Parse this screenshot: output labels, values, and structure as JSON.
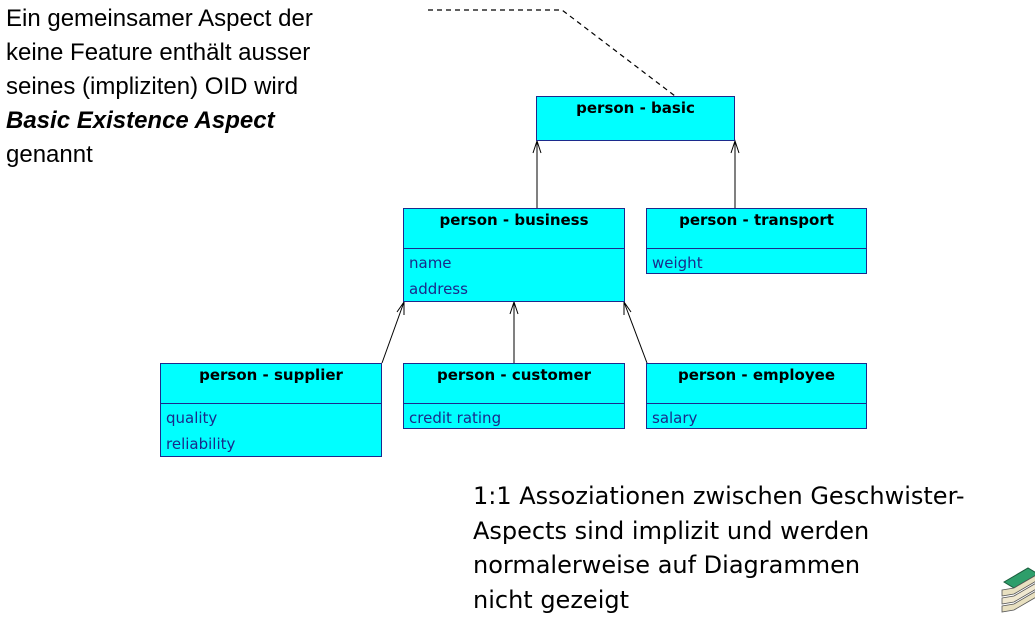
{
  "note_top": {
    "line1": "Ein gemeinsamer Aspect der",
    "line2": "keine Feature enthält ausser",
    "line3": "seines (impliziten) OID wird",
    "line4": "Basic Existence Aspect",
    "line5": "genannt"
  },
  "note_bottom": {
    "line1": "1:1 Assoziationen zwischen Geschwister-",
    "line2": "Aspects sind implizit und werden",
    "line3": "normalerweise auf Diagrammen",
    "line4": "nicht gezeigt"
  },
  "classes": {
    "basic": {
      "name": "person - basic"
    },
    "business": {
      "name": "person - business",
      "attrs": [
        "name",
        "address"
      ]
    },
    "transport": {
      "name": "person - transport",
      "attrs": [
        "weight"
      ]
    },
    "supplier": {
      "name": "person - supplier",
      "attrs": [
        "quality",
        "reliability"
      ]
    },
    "customer": {
      "name": "person - customer",
      "attrs": [
        "credit rating"
      ]
    },
    "employee": {
      "name": "person - employee",
      "attrs": [
        "salary"
      ]
    }
  },
  "colors": {
    "class_fill": "#00ffff",
    "class_border": "#1c2a8c",
    "attr_text": "#1a2a8a"
  },
  "icons": {
    "corner_decoration": "books-icon"
  }
}
